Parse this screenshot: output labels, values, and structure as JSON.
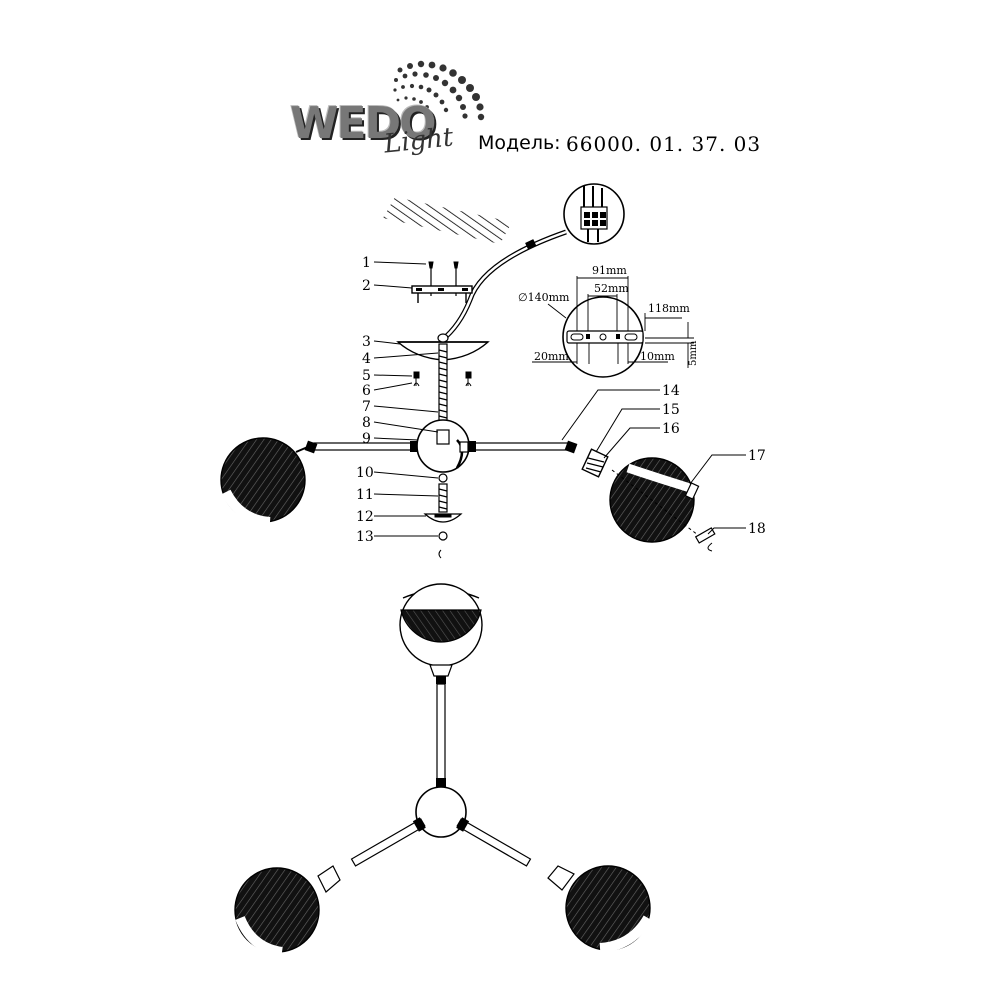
{
  "header": {
    "brand": "WEDO",
    "brand_sub": "Light",
    "model_label": "Модель:",
    "model_number": "66000. 01. 37. 03"
  },
  "callouts": [
    "1",
    "2",
    "3",
    "4",
    "5",
    "6",
    "7",
    "8",
    "9",
    "10",
    "11",
    "12",
    "13",
    "14",
    "15",
    "16",
    "17",
    "18"
  ],
  "dimensions": {
    "d1": "91mm",
    "d2": "52mm",
    "d3": "∅140mm",
    "d4": "118mm",
    "d5": "20mm",
    "d6": "10mm",
    "d7": "5mm"
  }
}
